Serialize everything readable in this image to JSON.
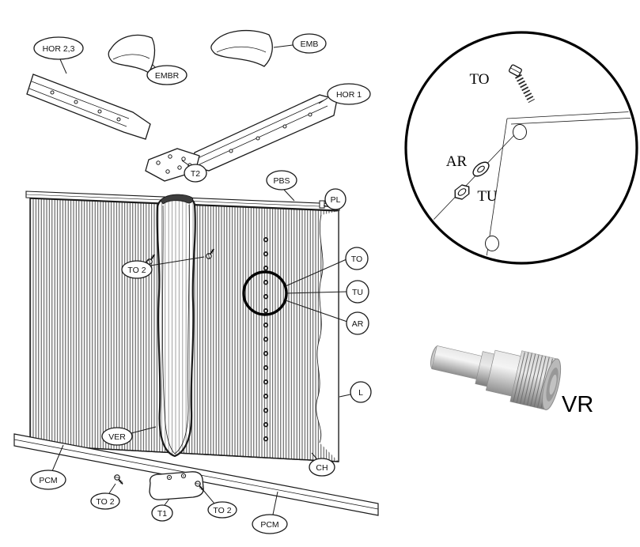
{
  "diagram": {
    "callouts": {
      "hor23": "HOR 2,3",
      "embr": "EMBR",
      "emb": "EMB",
      "hor1": "HOR 1",
      "t2": "T2",
      "pbs": "PBS",
      "pl": "PL",
      "to2_wall": "TO 2",
      "to": "TO",
      "tu": "TU",
      "ar": "AR",
      "l": "L",
      "ver": "VER",
      "ch": "CH",
      "pcm_left": "PCM",
      "to2_bottom_left": "TO 2",
      "t1": "T1",
      "to2_bottom_right": "TO 2",
      "pcm_bottom": "PCM"
    },
    "detail_view": {
      "to": "TO",
      "ar": "AR",
      "tu": "TU"
    },
    "vr_label": "VR"
  }
}
